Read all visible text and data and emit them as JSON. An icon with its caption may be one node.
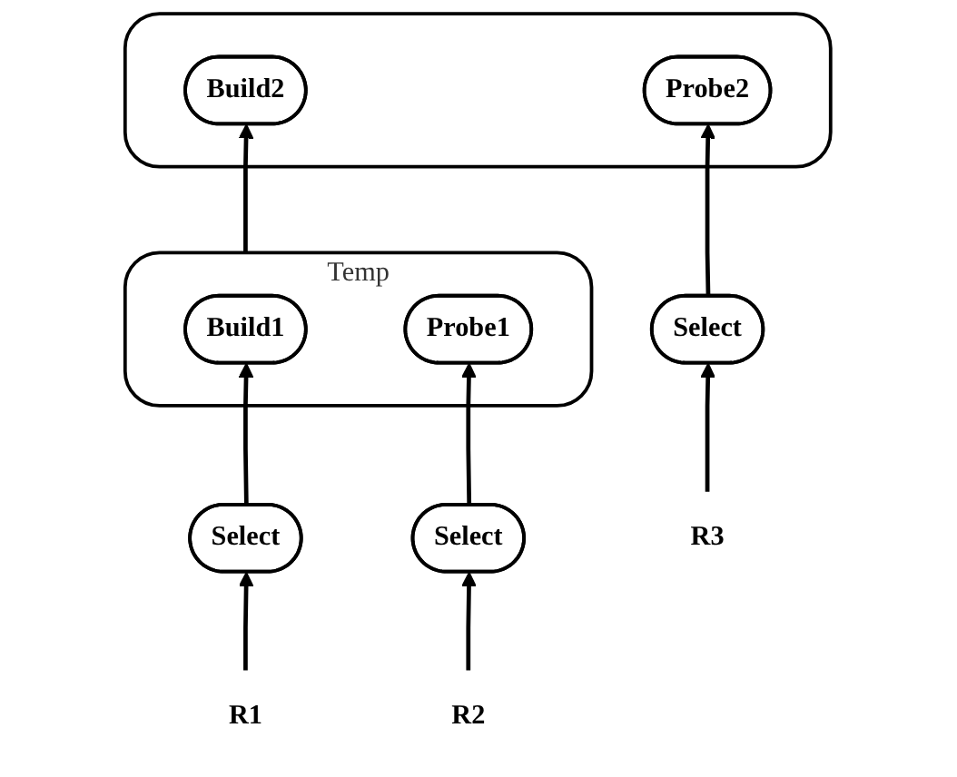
{
  "diagram": {
    "nodes": [
      {
        "text": [],
        "shape": "box"
      },
      {
        "text": [
          "Build2"
        ],
        "in": 0
      },
      {
        "text": [
          "Probe2"
        ],
        "in": 0
      },
      {
        "text": [
          "Temp"
        ]
      },
      {
        "text": [
          "Build1"
        ],
        "in": 3
      },
      {
        "text": [
          "Probe1"
        ],
        "in": 3
      },
      {
        "text": [
          "Select"
        ]
      },
      {
        "text": [
          "R3"
        ]
      },
      {
        "text": [
          "Select"
        ]
      },
      {
        "text": [
          "R1"
        ]
      },
      {
        "text": [
          "Select"
        ]
      },
      {
        "text": [
          "R2"
        ]
      }
    ],
    "edges": [
      {
        "from": 3,
        "to": 1,
        "arrow": "to"
      },
      {
        "from": 6,
        "to": 2,
        "arrow": "to"
      },
      {
        "from": 7,
        "to": 6,
        "arrow": "to"
      },
      {
        "from": 8,
        "to": 4,
        "arrow": "to"
      },
      {
        "from": 9,
        "to": 8,
        "arrow": "to"
      },
      {
        "from": 10,
        "to": 5,
        "arrow": "to"
      },
      {
        "from": 11,
        "to": 10,
        "arrow": "to"
      }
    ]
  }
}
